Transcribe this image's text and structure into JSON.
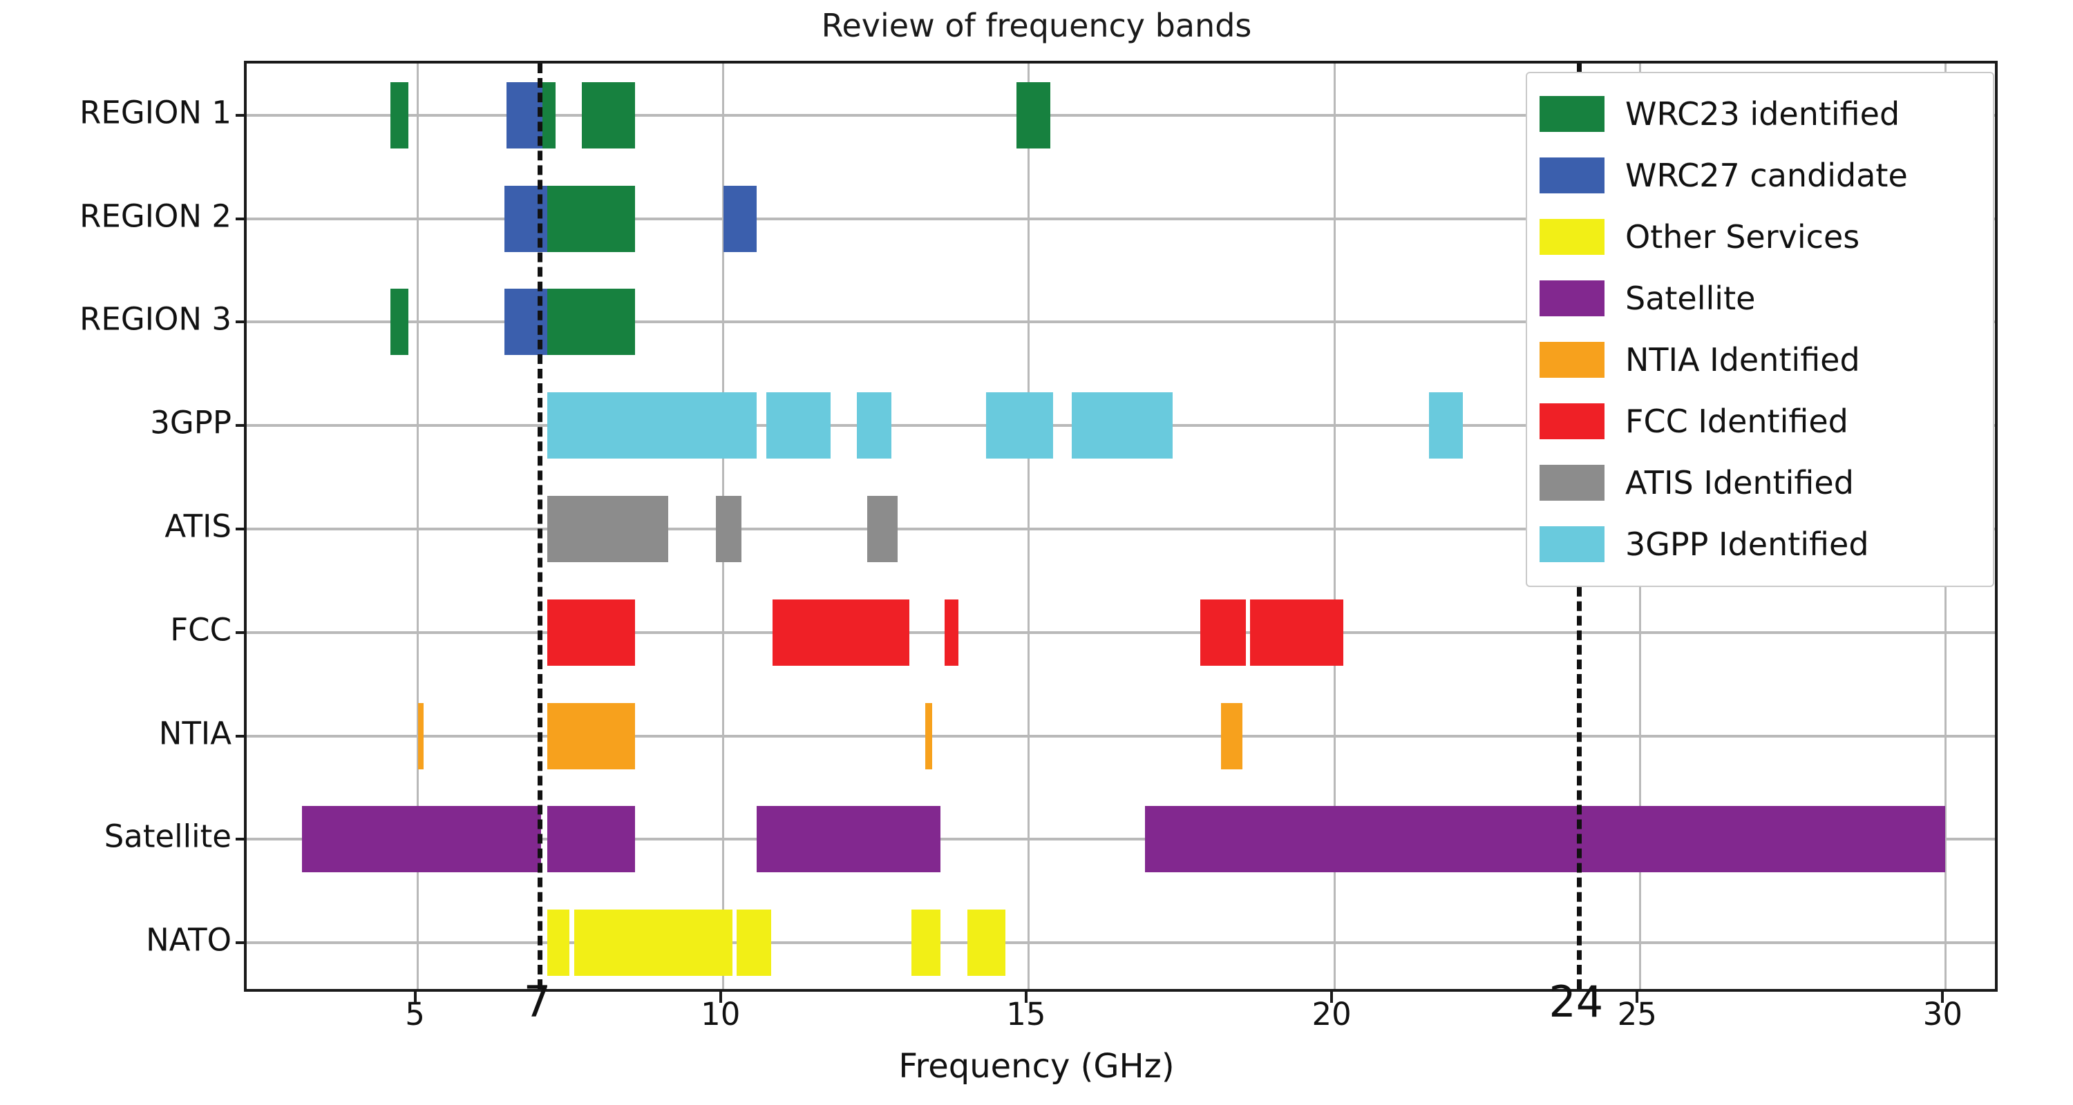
{
  "chart_data": {
    "type": "bar",
    "title": "Review of frequency bands",
    "xlabel": "Frequency (GHz)",
    "ylabel": "",
    "xlim": [
      2.2,
      30.9
    ],
    "ylim_categories": 9,
    "grid": true,
    "legend_position": "upper right",
    "xticks": [
      {
        "value": 5,
        "label": "5",
        "emphasis": false
      },
      {
        "value": 7,
        "label": "7",
        "emphasis": true
      },
      {
        "value": 10,
        "label": "10",
        "emphasis": false
      },
      {
        "value": 15,
        "label": "15",
        "emphasis": false
      },
      {
        "value": 20,
        "label": "20",
        "emphasis": false
      },
      {
        "value": 24,
        "label": "24",
        "emphasis": true
      },
      {
        "value": 25,
        "label": "25",
        "emphasis": false
      },
      {
        "value": 30,
        "label": "30",
        "emphasis": false
      }
    ],
    "vertical_markers": [
      {
        "value": 7,
        "style": "dashed",
        "color": "#111111"
      },
      {
        "value": 24,
        "style": "dashed",
        "color": "#111111"
      }
    ],
    "categories": [
      "REGION 1",
      "REGION 2",
      "REGION 3",
      "3GPP",
      "ATIS",
      "FCC",
      "NTIA",
      "Satellite",
      "NATO"
    ],
    "legend": [
      {
        "label": "WRC23 identified",
        "color": "#17813f"
      },
      {
        "label": "WRC27 candidate",
        "color": "#3b5fad"
      },
      {
        "label": "Other Services",
        "color": "#f2ef16"
      },
      {
        "label": "Satellite",
        "color": "#82288f"
      },
      {
        "label": "NTIA Identified",
        "color": "#f7a11d"
      },
      {
        "label": "FCC Identified",
        "color": "#ef2026"
      },
      {
        "label": "ATIS Identified",
        "color": "#8c8c8c"
      },
      {
        "label": "3GPP Identified",
        "color": "#69cadd"
      }
    ],
    "bands": [
      {
        "row": "REGION 1",
        "start": 4.55,
        "end": 4.85,
        "series": "WRC23 identified",
        "color": "#17813f"
      },
      {
        "row": "REGION 1",
        "start": 6.45,
        "end": 7.12,
        "series": "WRC27 candidate",
        "color": "#3b5fad"
      },
      {
        "row": "REGION 1",
        "start": 7.04,
        "end": 7.25,
        "series": "WRC23 identified",
        "color": "#17813f"
      },
      {
        "row": "REGION 1",
        "start": 7.68,
        "end": 8.55,
        "series": "WRC23 identified",
        "color": "#17813f"
      },
      {
        "row": "REGION 1",
        "start": 14.8,
        "end": 15.35,
        "series": "WRC23 identified",
        "color": "#17813f"
      },
      {
        "row": "REGION 2",
        "start": 6.42,
        "end": 7.12,
        "series": "WRC27 candidate",
        "color": "#3b5fad"
      },
      {
        "row": "REGION 2",
        "start": 7.12,
        "end": 8.55,
        "series": "WRC23 identified",
        "color": "#17813f"
      },
      {
        "row": "REGION 2",
        "start": 10.0,
        "end": 10.55,
        "series": "WRC27 candidate",
        "color": "#3b5fad"
      },
      {
        "row": "REGION 3",
        "start": 4.55,
        "end": 4.85,
        "series": "WRC23 identified",
        "color": "#17813f"
      },
      {
        "row": "REGION 3",
        "start": 6.42,
        "end": 7.12,
        "series": "WRC27 candidate",
        "color": "#3b5fad"
      },
      {
        "row": "REGION 3",
        "start": 7.12,
        "end": 8.55,
        "series": "WRC23 identified",
        "color": "#17813f"
      },
      {
        "row": "3GPP",
        "start": 7.12,
        "end": 10.55,
        "series": "3GPP Identified",
        "color": "#69cadd"
      },
      {
        "row": "3GPP",
        "start": 10.7,
        "end": 11.75,
        "series": "3GPP Identified",
        "color": "#69cadd"
      },
      {
        "row": "3GPP",
        "start": 12.18,
        "end": 12.75,
        "series": "3GPP Identified",
        "color": "#69cadd"
      },
      {
        "row": "3GPP",
        "start": 14.3,
        "end": 15.4,
        "series": "3GPP Identified",
        "color": "#69cadd"
      },
      {
        "row": "3GPP",
        "start": 15.7,
        "end": 17.35,
        "series": "3GPP Identified",
        "color": "#69cadd"
      },
      {
        "row": "3GPP",
        "start": 21.55,
        "end": 22.1,
        "series": "3GPP Identified",
        "color": "#69cadd"
      },
      {
        "row": "ATIS",
        "start": 7.12,
        "end": 9.1,
        "series": "ATIS Identified",
        "color": "#8c8c8c"
      },
      {
        "row": "ATIS",
        "start": 9.88,
        "end": 10.3,
        "series": "ATIS Identified",
        "color": "#8c8c8c"
      },
      {
        "row": "ATIS",
        "start": 12.36,
        "end": 12.85,
        "series": "ATIS Identified",
        "color": "#8c8c8c"
      },
      {
        "row": "FCC",
        "start": 7.12,
        "end": 8.55,
        "series": "FCC Identified",
        "color": "#ef2026"
      },
      {
        "row": "FCC",
        "start": 10.8,
        "end": 13.05,
        "series": "FCC Identified",
        "color": "#ef2026"
      },
      {
        "row": "FCC",
        "start": 13.62,
        "end": 13.85,
        "series": "FCC Identified",
        "color": "#ef2026"
      },
      {
        "row": "FCC",
        "start": 17.8,
        "end": 18.55,
        "series": "FCC Identified",
        "color": "#ef2026"
      },
      {
        "row": "FCC",
        "start": 18.62,
        "end": 20.15,
        "series": "FCC Identified",
        "color": "#ef2026"
      },
      {
        "row": "NTIA",
        "start": 5.0,
        "end": 5.1,
        "series": "NTIA Identified",
        "color": "#f7a11d"
      },
      {
        "row": "NTIA",
        "start": 7.12,
        "end": 8.55,
        "series": "NTIA Identified",
        "color": "#f7a11d"
      },
      {
        "row": "NTIA",
        "start": 13.3,
        "end": 13.42,
        "series": "NTIA Identified",
        "color": "#f7a11d"
      },
      {
        "row": "NTIA",
        "start": 18.15,
        "end": 18.5,
        "series": "NTIA Identified",
        "color": "#f7a11d"
      },
      {
        "row": "Satellite",
        "start": 3.1,
        "end": 7.02,
        "series": "Satellite",
        "color": "#82288f"
      },
      {
        "row": "Satellite",
        "start": 7.12,
        "end": 8.55,
        "series": "Satellite",
        "color": "#82288f"
      },
      {
        "row": "Satellite",
        "start": 10.55,
        "end": 13.55,
        "series": "Satellite",
        "color": "#82288f"
      },
      {
        "row": "Satellite",
        "start": 16.9,
        "end": 30.0,
        "series": "Satellite",
        "color": "#82288f"
      },
      {
        "row": "NATO",
        "start": 7.12,
        "end": 7.48,
        "series": "Other Services",
        "color": "#f2ef16"
      },
      {
        "row": "NATO",
        "start": 7.56,
        "end": 10.15,
        "series": "Other Services",
        "color": "#f2ef16"
      },
      {
        "row": "NATO",
        "start": 10.22,
        "end": 10.78,
        "series": "Other Services",
        "color": "#f2ef16"
      },
      {
        "row": "NATO",
        "start": 13.08,
        "end": 13.55,
        "series": "Other Services",
        "color": "#f2ef16"
      },
      {
        "row": "NATO",
        "start": 14.0,
        "end": 14.62,
        "series": "Other Services",
        "color": "#f2ef16"
      }
    ]
  }
}
